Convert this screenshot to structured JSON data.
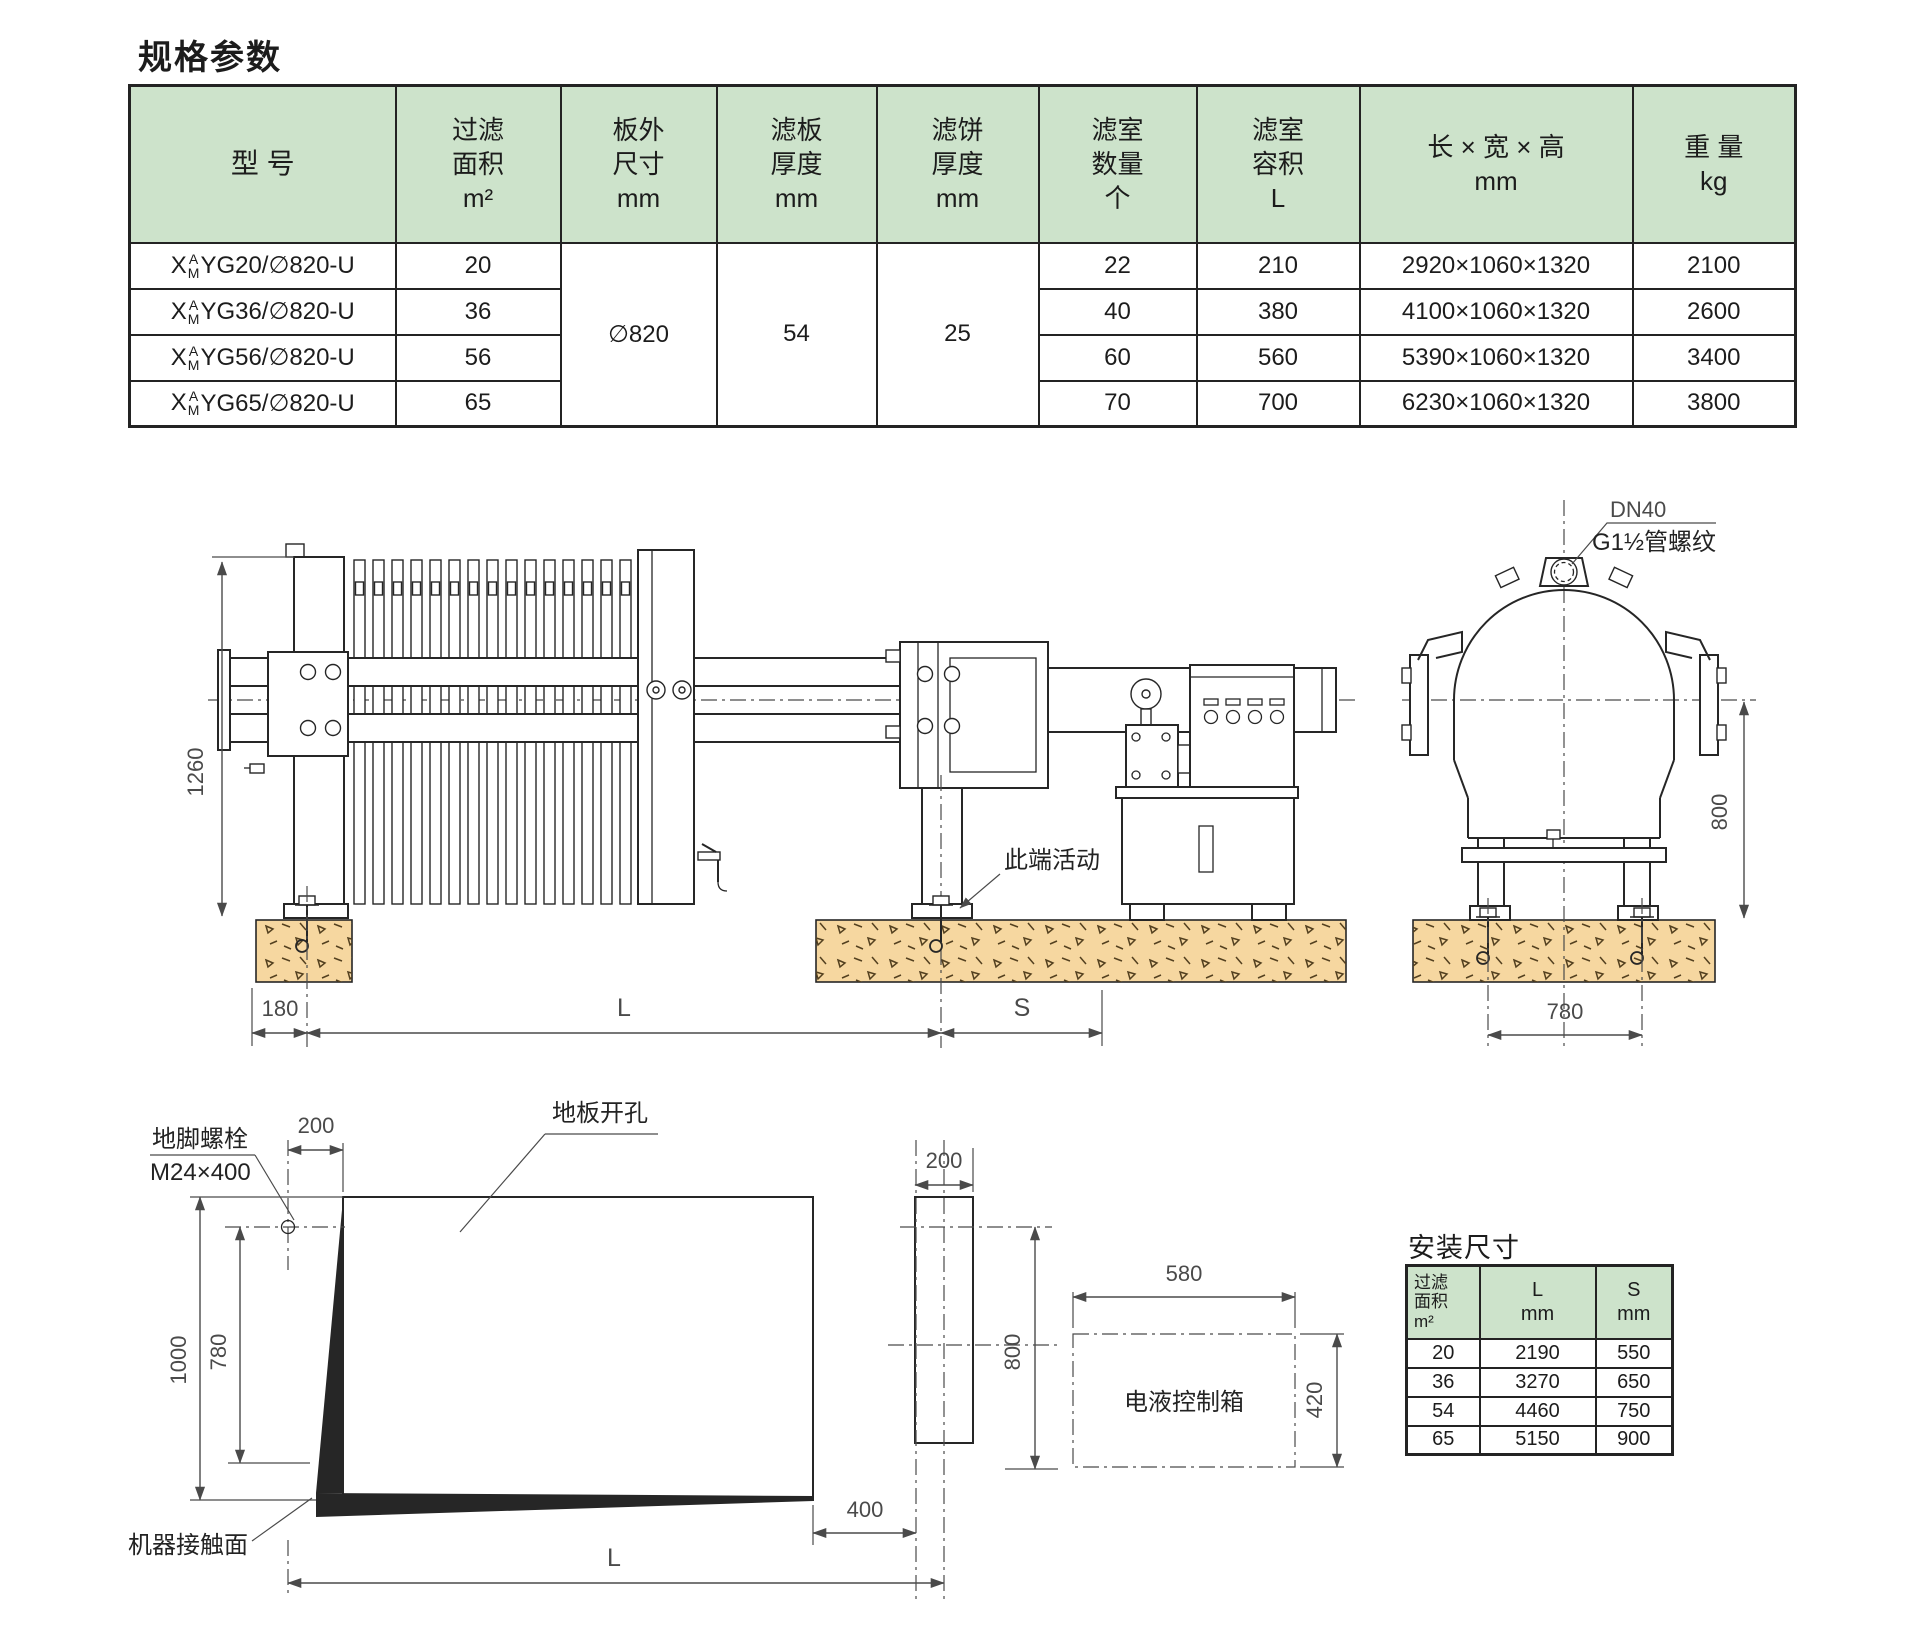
{
  "page": {
    "title": "规格参数"
  },
  "colors": {
    "header_green": "#cde3cb",
    "ground_tan": "#f6d7a0",
    "line_dark": "#262626",
    "dim_gray": "#4a4a4a"
  },
  "spec_table": {
    "headers": {
      "model": "型 号",
      "area": "过滤\n面积\nm²",
      "plate_od": "板外\n尺寸\nmm",
      "plate_thk": "滤板\n厚度\nmm",
      "cake_thk": "滤饼\n厚度\nmm",
      "chambers": "滤室\n数量\n个",
      "volume": "滤室\n容积\nL",
      "lwh": "长 × 宽 × 高\nmm",
      "weight": "重 量\nkg"
    },
    "model_prefix": "X",
    "model_sup": "A",
    "model_sub": "M",
    "merged": {
      "plate_od": "∅820",
      "plate_thk": "54",
      "cake_thk": "25"
    },
    "rows": [
      {
        "model_rest": "YG20/∅820-U",
        "area": "20",
        "chambers": "22",
        "volume": "210",
        "lwh": "2920×1060×1320",
        "weight": "2100"
      },
      {
        "model_rest": "YG36/∅820-U",
        "area": "36",
        "chambers": "40",
        "volume": "380",
        "lwh": "4100×1060×1320",
        "weight": "2600"
      },
      {
        "model_rest": "YG56/∅820-U",
        "area": "56",
        "chambers": "60",
        "volume": "560",
        "lwh": "5390×1060×1320",
        "weight": "3400"
      },
      {
        "model_rest": "YG65/∅820-U",
        "area": "65",
        "chambers": "70",
        "volume": "700",
        "lwh": "6230×1060×1320",
        "weight": "3800"
      }
    ]
  },
  "install_table": {
    "title": "安装尺寸",
    "headers": [
      "过滤\n面积\nm²",
      "L\nmm",
      "S\nmm"
    ],
    "rows": [
      [
        "20",
        "2190",
        "550"
      ],
      [
        "36",
        "3270",
        "650"
      ],
      [
        "54",
        "4460",
        "750"
      ],
      [
        "65",
        "5150",
        "900"
      ]
    ]
  },
  "side_view": {
    "dim_height": "1260",
    "dim_offset": "180",
    "dim_length": "L",
    "dim_stroke": "S",
    "movable_note": "此端活动"
  },
  "end_view": {
    "port_size": "DN40",
    "port_thread": "G1½管螺纹",
    "dim_center_height": "800",
    "dim_foot_span": "780"
  },
  "plan_view": {
    "anchor_label_1": "地脚螺栓",
    "anchor_label_2": "M24×400",
    "dim_left_offset": "200",
    "opening_label": "地板开孔",
    "dim_width": "1000",
    "dim_center": "780",
    "dim_right_offset": "200",
    "dim_right_height": "800",
    "dim_end_gap": "400",
    "dim_length": "L",
    "contact_label": "机器接触面",
    "control_box_label": "电液控制箱",
    "dim_box_w": "580",
    "dim_box_h": "420"
  }
}
